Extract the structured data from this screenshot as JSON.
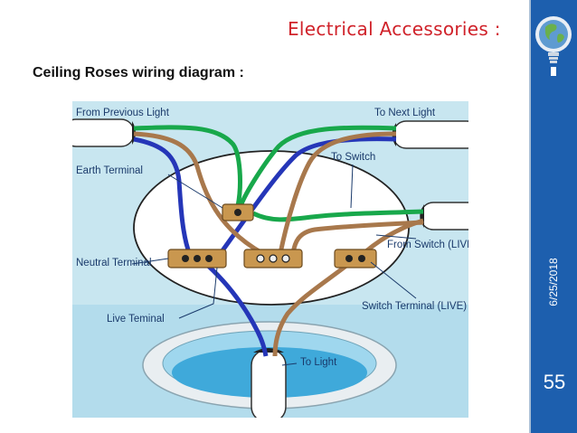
{
  "slide": {
    "title": "Electrical Accessories :",
    "subtitle": "Ceiling Roses wiring diagram :",
    "date": "6/25/2018",
    "page_number": "55"
  },
  "diagram": {
    "labels": {
      "from_previous_light": "From Previous Light",
      "to_next_light": "To Next Light",
      "to_switch": "To Switch",
      "earth_terminal": "Earth Terminal",
      "neutral_terminal": "Neutral Terminal",
      "live_terminal": "Live Teminal",
      "from_switch": "From Switch (LIVE)",
      "switch_terminal": "Switch Terminal (LIVE)",
      "to_light": "To Light"
    },
    "wire_colors": {
      "earth": "#18a84b",
      "neutral": "#2536b8",
      "live": "#a8784c"
    }
  }
}
